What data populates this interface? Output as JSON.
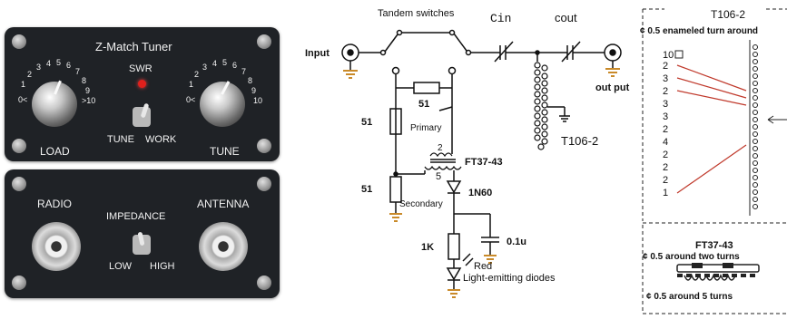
{
  "tuner_front": {
    "title": "Z-Match Tuner",
    "swr_label": "SWR",
    "left_knob_label": "LOAD",
    "right_knob_label": "TUNE",
    "switch_left_label": "TUNE",
    "switch_right_label": "WORK",
    "dial_numbers": [
      "0",
      "1",
      "2",
      "3",
      "4",
      "5",
      "6",
      "7",
      "8",
      "9",
      "10"
    ],
    "dial_low_label": "0<",
    "dial_high_label": ">10",
    "dial_high_label_right": "10"
  },
  "tuner_back": {
    "left_connector_label": "RADIO",
    "right_connector_label": "ANTENNA",
    "switch_title": "IMPEDANCE",
    "switch_left_label": "LOW",
    "switch_right_label": "HIGH"
  },
  "schematic": {
    "tandem_switches": "Tandem switches",
    "cin": "Cin",
    "cout": "cout",
    "input": "Input",
    "output": "out put",
    "r51_top": "51",
    "r51_left": "51",
    "r51_lower": "51",
    "primary": "Primary",
    "primary_turns": "2",
    "secondary": "Secondary",
    "secondary_turns": "5",
    "ft37": "FT37-43",
    "diode": "1N60",
    "cap": "0.1u",
    "r1k": "1K",
    "led_line1": "Red",
    "led_line2": "Light-emitting diodes",
    "t106": "T106-2"
  },
  "coil_detail": {
    "t106_title": "T106-2",
    "t106_note": "¢ 0.5 enameled turn around",
    "tap_top": "10",
    "tap_numbers": [
      "2",
      "3",
      "2",
      "3",
      "3",
      "2",
      "4",
      "2",
      "2",
      "2",
      "1"
    ],
    "ft37_title": "FT37-43",
    "ft37_note_top": "¢ 0.5 around two turns",
    "ft37_note_bottom": "¢ 0.5 around 5 turns"
  },
  "colors": {
    "panel": "#1f2226",
    "panel_text": "#f2f2f2",
    "led_red": "#e0201c",
    "schematic_line": "#111111",
    "ground_orange": "#c98a2a",
    "tap_arrow_red": "#c0392b"
  }
}
